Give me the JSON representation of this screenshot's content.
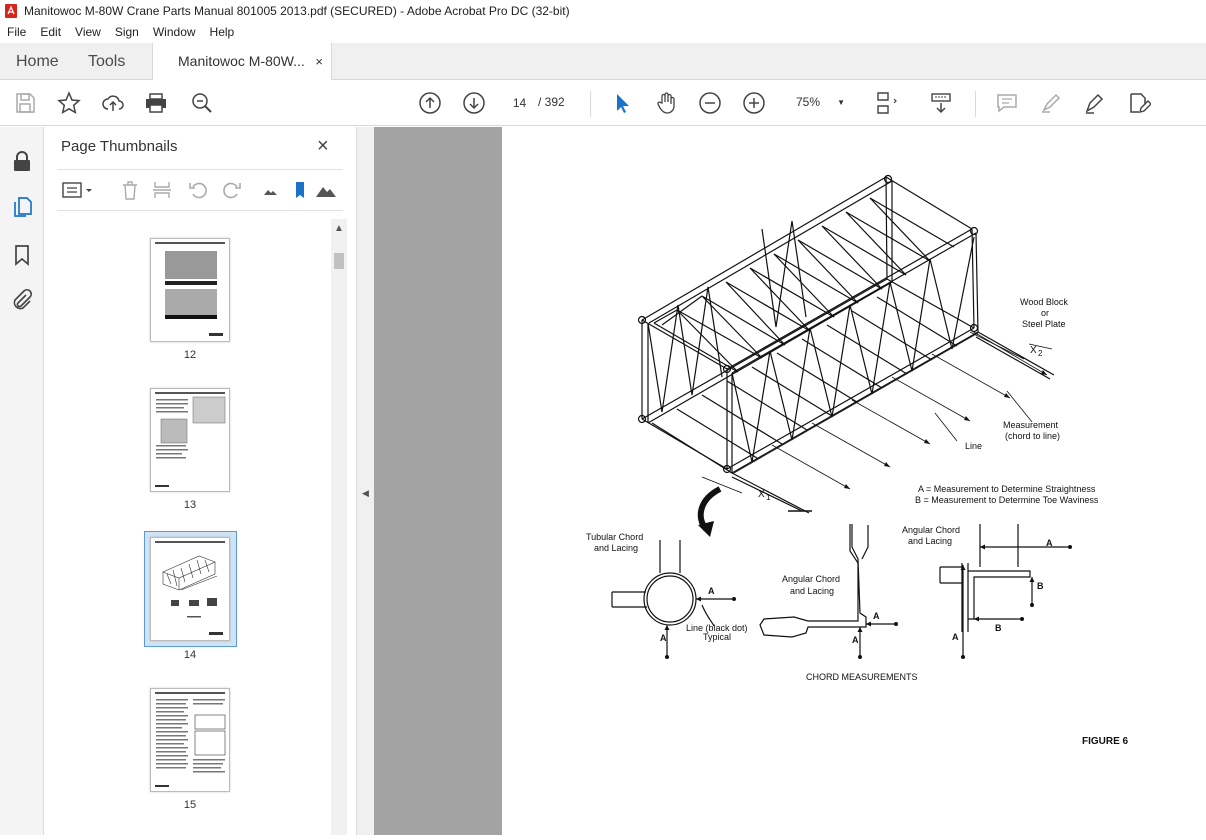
{
  "window": {
    "title": "Manitowoc M-80W Crane Parts Manual 801005 2013.pdf (SECURED) - Adobe Acrobat Pro DC (32-bit)"
  },
  "menu": [
    "File",
    "Edit",
    "View",
    "Sign",
    "Window",
    "Help"
  ],
  "tabs": {
    "home": "Home",
    "tools": "Tools",
    "document": "Manitowoc M-80W...",
    "close": "×"
  },
  "toolbar": {
    "page_current": "14",
    "page_total": "/ 392",
    "zoom": "75%"
  },
  "panel": {
    "title": "Page Thumbnails",
    "close": "×",
    "thumbnails": [
      {
        "page": "12"
      },
      {
        "page": "13"
      },
      {
        "page": "14",
        "selected": true
      },
      {
        "page": "15"
      }
    ]
  },
  "figure": {
    "label_wood_block": "Wood Block",
    "label_or": "or",
    "label_steel_plate": "Steel Plate",
    "label_x2": "X",
    "label_x2_sub": "2",
    "label_x1": "X",
    "label_x1_sub": "1",
    "label_measurement": "Measurement",
    "label_chord_to_line": "(chord to line)",
    "label_line": "Line",
    "legend_a": "A = Measurement to Determine Straightness",
    "legend_b": "B = Measurement to Determine Toe Waviness",
    "tubular_1": "Tubular Chord",
    "tubular_2": "and Lacing",
    "angular_1": "Angular Chord",
    "angular_2": "and Lacing",
    "angular_right_1": "Angular Chord",
    "angular_right_2": "and Lacing",
    "line_black_dot_1": "Line (black dot)",
    "line_black_dot_2": "Typical",
    "letter_a": "A",
    "letter_b": "B",
    "chord_measurements": "CHORD MEASUREMENTS",
    "figure_caption": "FIGURE 6"
  }
}
